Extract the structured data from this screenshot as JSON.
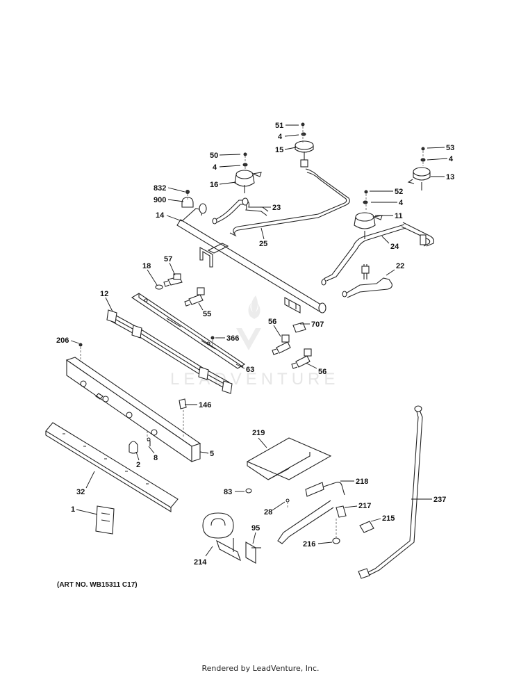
{
  "art_number": "(ART NO. WB15311 C17)",
  "watermark": "LEADVENTURE",
  "footer": "Rendered by LeadVenture, Inc.",
  "labels": [
    "51",
    "4",
    "15",
    "50",
    "4",
    "16",
    "53",
    "4",
    "13",
    "832",
    "900",
    "23",
    "52",
    "4",
    "14",
    "11",
    "25",
    "24",
    "22",
    "18",
    "57",
    "55",
    "12",
    "56",
    "707",
    "206",
    "366",
    "63",
    "56",
    "146",
    "5",
    "2",
    "8",
    "219",
    "32",
    "83",
    "218",
    "28",
    "217",
    "1",
    "95",
    "215",
    "237",
    "216",
    "214"
  ],
  "colors": {
    "line": "#222222",
    "watermark": "#e6e6e6"
  }
}
